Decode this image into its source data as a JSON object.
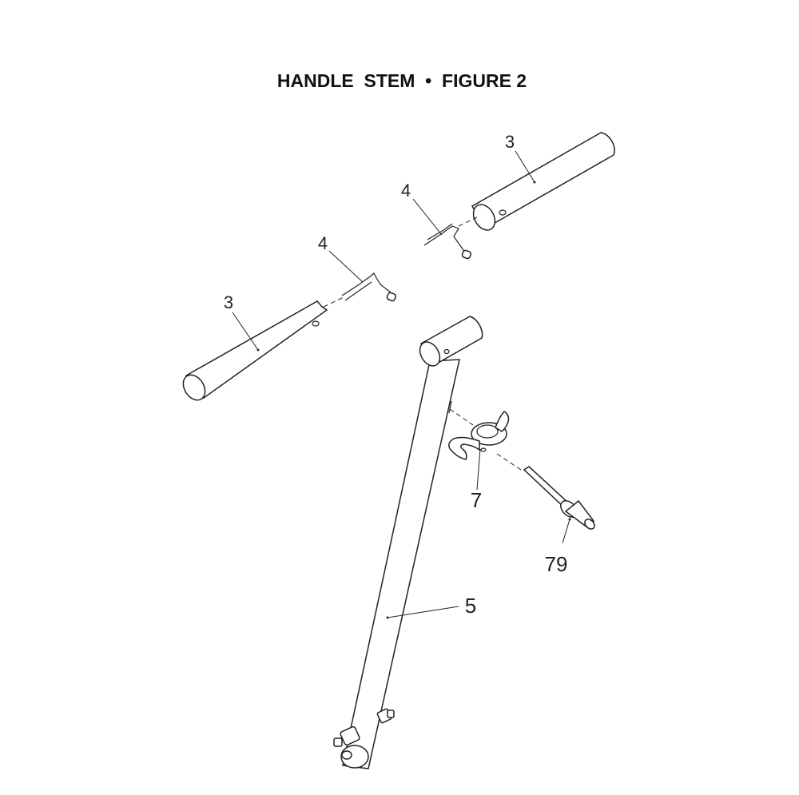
{
  "title": "HANDLE  STEM  •  FIGURE 2",
  "callouts": {
    "handle_tube_right": "3",
    "handle_tube_left": "3",
    "spring_clip_right": "4",
    "spring_clip_left": "4",
    "handle_stem": "5",
    "hose_hook": "7",
    "pin": "79"
  }
}
